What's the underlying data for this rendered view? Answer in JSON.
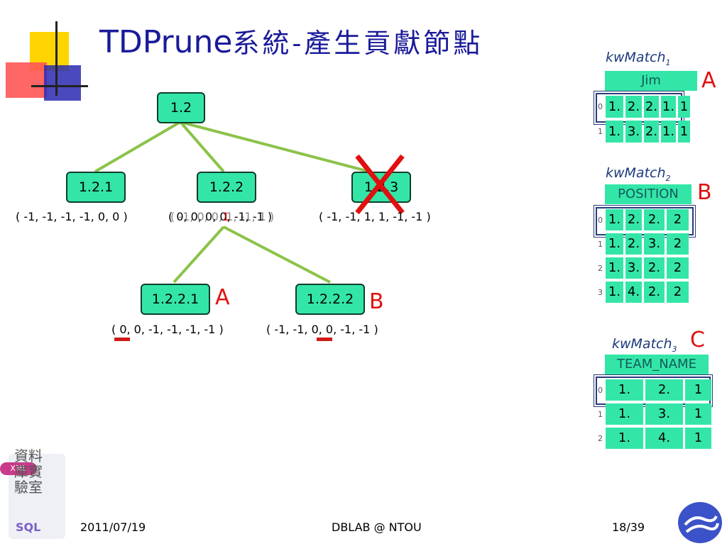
{
  "title": {
    "latin": "TDPrune",
    "cjk": "系統-產生貢獻節點"
  },
  "tree": {
    "root": "1.2",
    "n1": {
      "label": "1.2.1",
      "tuple": "( -1, -1, -1, -1, 0, 0 )"
    },
    "n2": {
      "label": "1.2.2",
      "tuple": "( 0, 0, 0, 0, -1, -1 )",
      "tuple_overlay": "( -1, 0, 0, 1, -1, 1 )"
    },
    "n3": {
      "label": "1.2.3",
      "tuple": "( -1, -1, 1, 1, -1, -1 )"
    },
    "n21": {
      "label": "1.2.2.1",
      "tuple": "( 0, 0, -1, -1, -1, -1 )",
      "mark": "A"
    },
    "n22": {
      "label": "1.2.2.2",
      "tuple": "( -1, -1, 0, 0, -1, -1 )",
      "mark": "B"
    }
  },
  "kw1": {
    "label": "kwMatch",
    "sub": "1",
    "mark": "A",
    "header": "Jim",
    "rows": [
      {
        "idx": "0",
        "cells": [
          "1.",
          "2.",
          "2.",
          "1.",
          "1"
        ]
      },
      {
        "idx": "1",
        "cells": [
          "1.",
          "3.",
          "2.",
          "1.",
          "1"
        ]
      }
    ]
  },
  "kw2": {
    "label": "kwMatch",
    "sub": "2",
    "mark": "B",
    "header": "POSITION",
    "rows": [
      {
        "idx": "0",
        "cells": [
          "1.",
          "2.",
          "2.",
          "2"
        ]
      },
      {
        "idx": "1",
        "cells": [
          "1.",
          "2.",
          "3.",
          "2"
        ]
      },
      {
        "idx": "2",
        "cells": [
          "1.",
          "3.",
          "2.",
          "2"
        ]
      },
      {
        "idx": "3",
        "cells": [
          "1.",
          "4.",
          "2.",
          "2"
        ]
      }
    ]
  },
  "kw3": {
    "label": "kwMatch",
    "sub": "3",
    "mark": "C",
    "header": "TEAM_NAME",
    "rows": [
      {
        "idx": "0",
        "cells": [
          "1.",
          "2.",
          "1"
        ]
      },
      {
        "idx": "1",
        "cells": [
          "1.",
          "3.",
          "1"
        ]
      },
      {
        "idx": "2",
        "cells": [
          "1.",
          "4.",
          "1"
        ]
      }
    ]
  },
  "logo_text": "資料庫實驗室",
  "footer": {
    "date": "2011/07/19",
    "center": "DBLAB @ NTOU",
    "page": "18/39"
  },
  "colors": {
    "node": "#33e6a8",
    "edge": "#8bc34a",
    "accent_red": "#e01010",
    "title": "#1a1a9a"
  }
}
